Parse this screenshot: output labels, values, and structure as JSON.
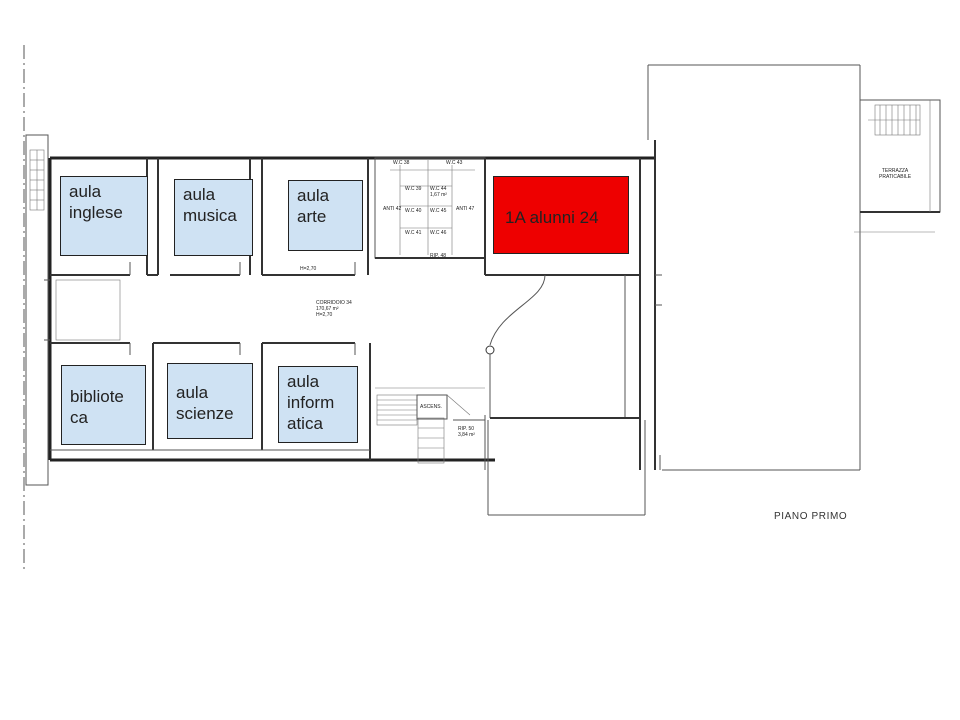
{
  "colors": {
    "room_fill": "#cfe2f3",
    "highlight_fill": "#ee0000"
  },
  "rooms": [
    {
      "id": "aula-inglese",
      "label": "aula\ninglese"
    },
    {
      "id": "aula-musica",
      "label": "aula\nmusica"
    },
    {
      "id": "aula-arte",
      "label": "aula\narte"
    },
    {
      "id": "class-1a",
      "label": "1A alunni 24"
    },
    {
      "id": "biblioteca",
      "label": "bibliote\nca"
    },
    {
      "id": "aula-scienze",
      "label": "aula\nscienze"
    },
    {
      "id": "aula-informatica",
      "label": "aula\ninform\natica"
    }
  ],
  "plan_labels": {
    "corridoio": "CORRIDOIO 34\n170,67 m²\nH=2,70",
    "h270": "H=2,70",
    "wc38": "W.C 38",
    "wc43": "W.C 43",
    "wc39": "W.C 39",
    "wc44": "W.C 44\n1,67 m²",
    "wc40": "W.C 40",
    "wc45": "W.C 45",
    "wc41": "W.C 41",
    "wc46": "W.C 46",
    "anti42": "ANTI 42",
    "anti47": "ANTI 47",
    "rip48": "RIP. 48",
    "ascens": "ASCENS.",
    "rip50": "RIP. 50\n3,84 m²",
    "terrazza": "TERRAZZA\nPRATICABILE"
  },
  "floor_title": "PIANO  PRIMO"
}
